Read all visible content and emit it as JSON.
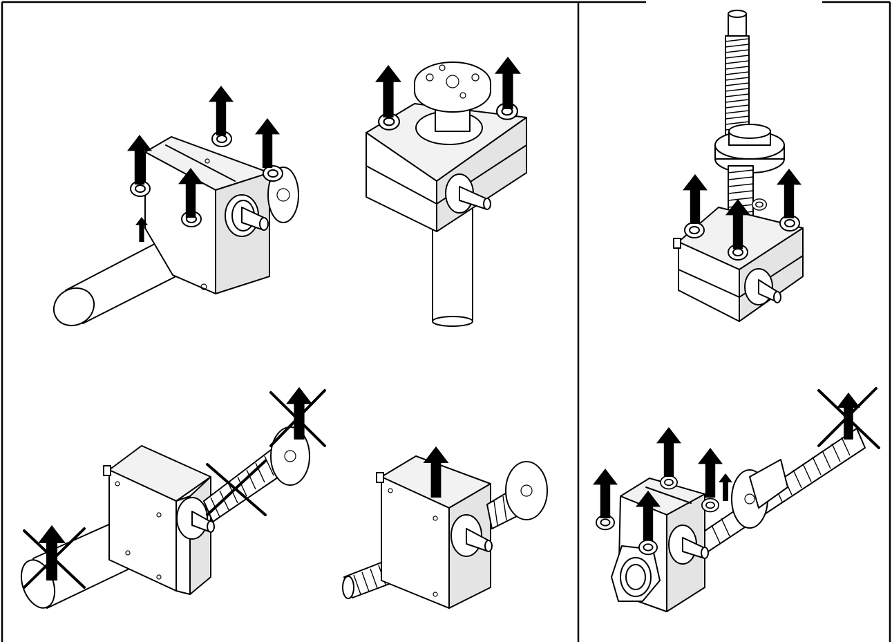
{
  "figure": {
    "panel_count": 6,
    "panels": [
      {
        "id": "tube-jack-horizontal",
        "lifting_allowed": true,
        "lift_points": 5
      },
      {
        "id": "tube-jack-vertical-top-flange",
        "lifting_allowed": true,
        "lift_points": 2
      },
      {
        "id": "nut-jack-vertical",
        "lifting_allowed": true,
        "lift_points": 4
      },
      {
        "id": "tube-jack-horizontal-wrong",
        "lifting_allowed": false,
        "lift_points": 2
      },
      {
        "id": "screw-jack-horizontal",
        "lifting_allowed": true,
        "lift_points": 1
      },
      {
        "id": "motor-flange-jack-with-screw",
        "lifting_allowed": true,
        "lift_points": 6
      }
    ],
    "colors": {
      "line": "#000000",
      "background": "#ffffff"
    }
  }
}
